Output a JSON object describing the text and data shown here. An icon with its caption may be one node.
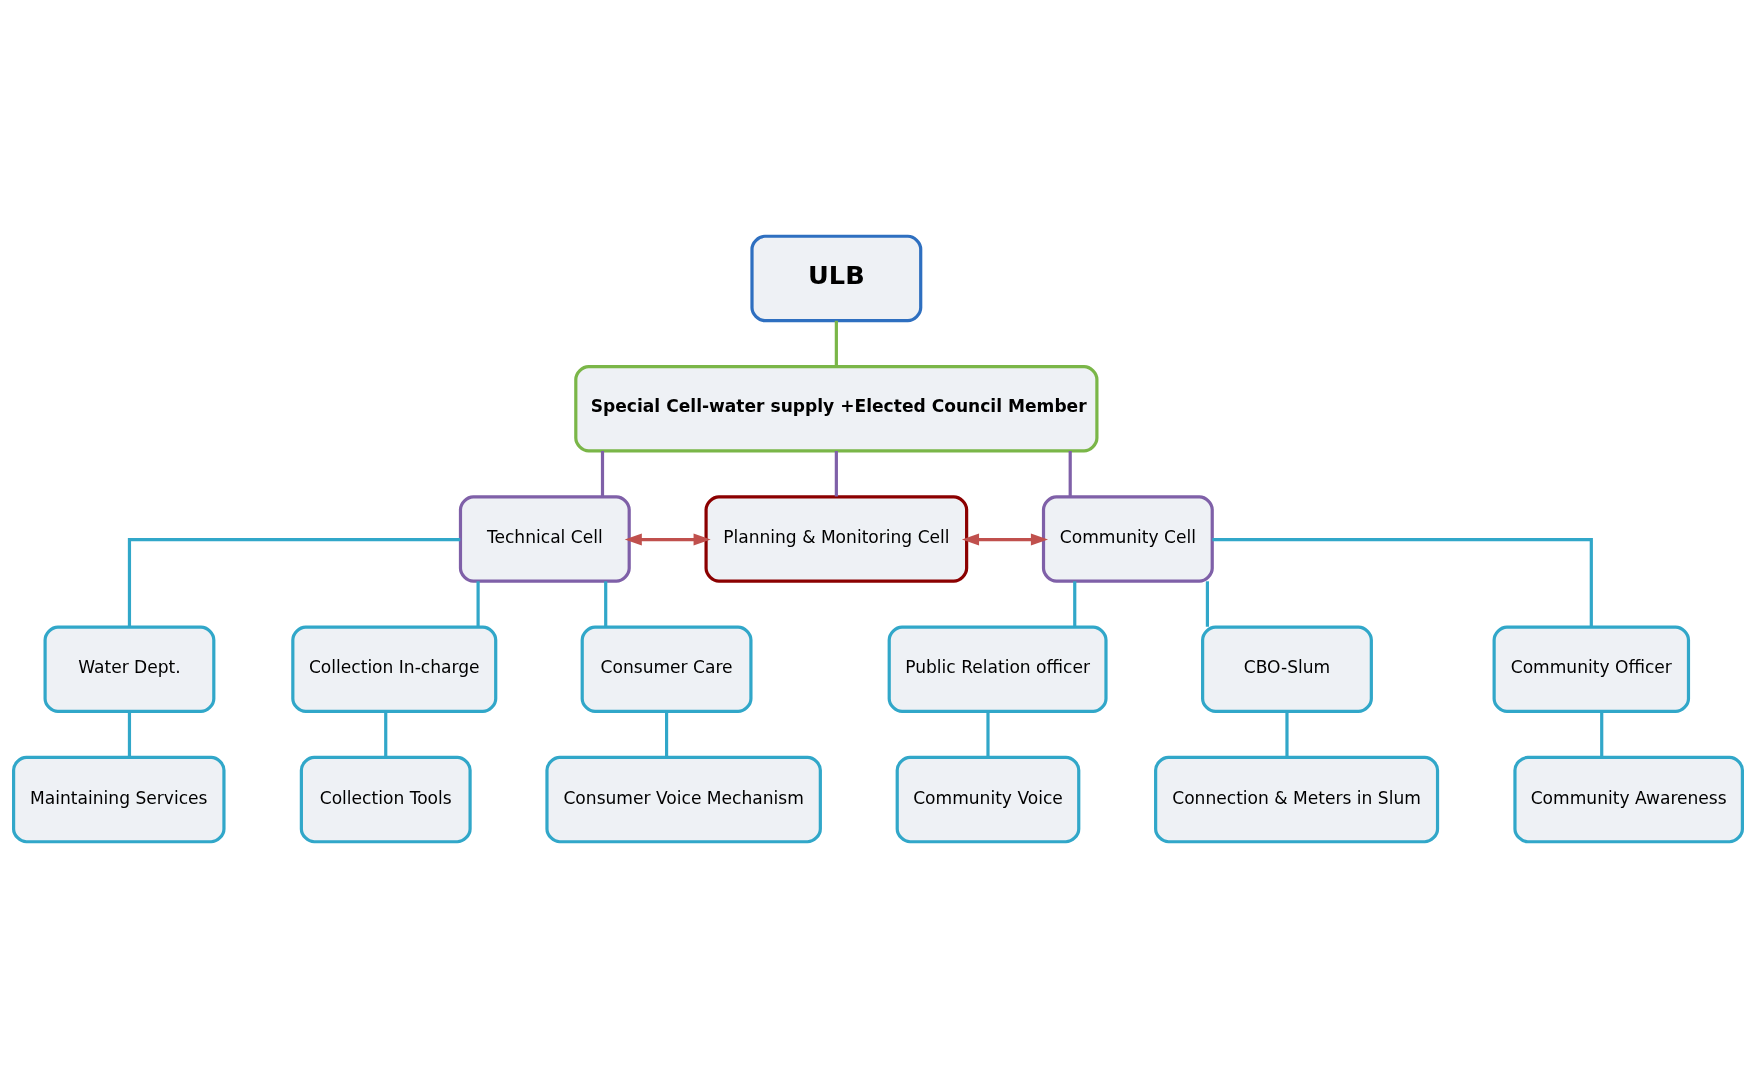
{
  "diagram": {
    "nodes": [
      {
        "text": [
          "ULB"
        ]
      },
      {
        "text": [
          "Special Cell-water supply +Elected Council Member"
        ]
      },
      {
        "text": [
          "Technical Cell"
        ]
      },
      {
        "text": [
          "Planning & Monitoring Cell"
        ]
      },
      {
        "text": [
          "Community Cell"
        ]
      },
      {
        "text": [
          "Water Dept."
        ]
      },
      {
        "text": [
          "Collection In-charge"
        ]
      },
      {
        "text": [
          "Consumer Care"
        ]
      },
      {
        "text": [
          "Public Relation officer"
        ]
      },
      {
        "text": [
          "CBO-Slum"
        ]
      },
      {
        "text": [
          "Community Officer"
        ]
      },
      {
        "text": [
          "Maintaining Services"
        ]
      },
      {
        "text": [
          "Collection Tools"
        ]
      },
      {
        "text": [
          "Consumer Voice Mechanism"
        ]
      },
      {
        "text": [
          "Community Voice"
        ]
      },
      {
        "text": [
          "Connection & Meters in Slum"
        ]
      },
      {
        "text": [
          "Community Awareness"
        ]
      }
    ],
    "edges": [
      {
        "from": 0,
        "to": 1,
        "arrow": "none",
        "color": "#7ab648"
      },
      {
        "from": 1,
        "to": 2,
        "arrow": "none",
        "color": "#7f60a8"
      },
      {
        "from": 1,
        "to": 3,
        "arrow": "none",
        "color": "#7f60a8"
      },
      {
        "from": 1,
        "to": 4,
        "arrow": "none",
        "color": "#7f60a8"
      },
      {
        "from": 2,
        "to": 3,
        "arrow": "both",
        "color": "#c0504d"
      },
      {
        "from": 3,
        "to": 4,
        "arrow": "both",
        "color": "#c0504d"
      },
      {
        "from": 2,
        "to": 5,
        "arrow": "none"
      },
      {
        "from": 2,
        "to": 6,
        "arrow": "none"
      },
      {
        "from": 2,
        "to": 7,
        "arrow": "none"
      },
      {
        "from": 4,
        "to": 8,
        "arrow": "none"
      },
      {
        "from": 4,
        "to": 9,
        "arrow": "none"
      },
      {
        "from": 4,
        "to": 10,
        "arrow": "none"
      },
      {
        "from": 5,
        "to": 11,
        "arrow": "none"
      },
      {
        "from": 6,
        "to": 12,
        "arrow": "none"
      },
      {
        "from": 7,
        "to": 13,
        "arrow": "none"
      },
      {
        "from": 8,
        "to": 14,
        "arrow": "none"
      },
      {
        "from": 9,
        "to": 15,
        "arrow": "none"
      },
      {
        "from": 10,
        "to": 16,
        "arrow": "none"
      }
    ]
  }
}
